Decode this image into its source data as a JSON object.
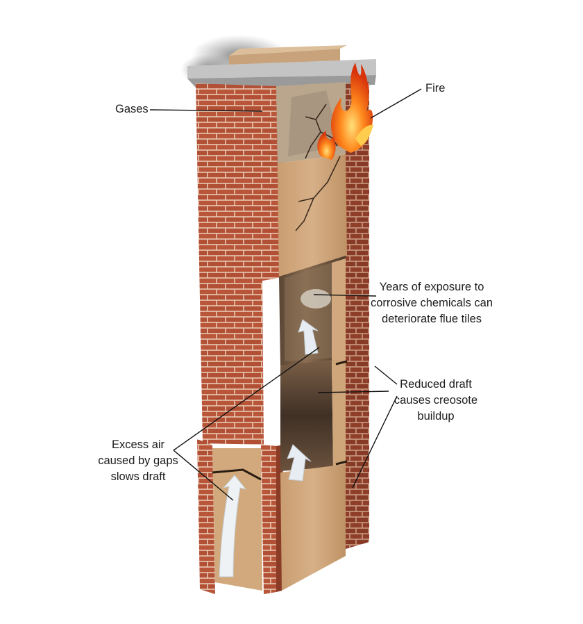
{
  "labels": {
    "gases": "Gases",
    "fire": "Fire",
    "flue_tiles": [
      "Years of exposure to",
      "corrosive chemicals can",
      "deteriorate flue tiles"
    ],
    "reduced_draft": [
      "Reduced draft",
      "causes creosote",
      "buildup"
    ],
    "excess_air": [
      "Excess air",
      "caused by gaps",
      "slows draft"
    ]
  },
  "colors": {
    "brick": "#b9563a",
    "mortar": "#e3c4ae",
    "flue_tile": "#cfa67a",
    "cap": "#b3b3b3",
    "leader_line": "#111111",
    "fire": "#f06a12"
  },
  "icons": [
    "airflow-arrow-icon",
    "fire-icon",
    "smoke-icon",
    "crack-icon"
  ]
}
